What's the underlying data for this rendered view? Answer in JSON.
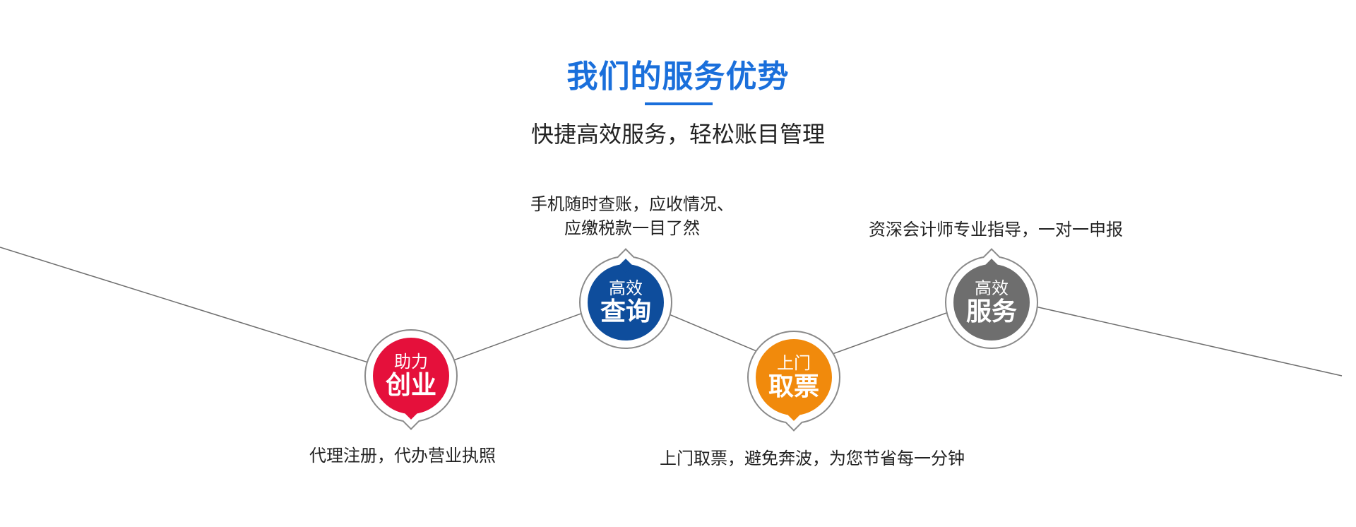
{
  "header": {
    "title": "我们的服务优势",
    "subtitle": "快捷高效服务，轻松账目管理"
  },
  "colors": {
    "title": "#1a6fdb",
    "red": "#e5103b",
    "blue": "#0e4d9c",
    "orange": "#f18a0c",
    "gray": "#6e6e6e"
  },
  "steps": [
    {
      "small": "助力",
      "big": "创业",
      "desc": "代理注册，代办营业执照"
    },
    {
      "small": "高效",
      "big": "查询",
      "desc_line1": "手机随时查账，应收情况、",
      "desc_line2": "应缴税款一目了然"
    },
    {
      "small": "上门",
      "big": "取票",
      "desc": "上门取票，避免奔波，为您节省每一分钟"
    },
    {
      "small": "高效",
      "big": "服务",
      "desc": "资深会计师专业指导，一对一申报"
    }
  ]
}
